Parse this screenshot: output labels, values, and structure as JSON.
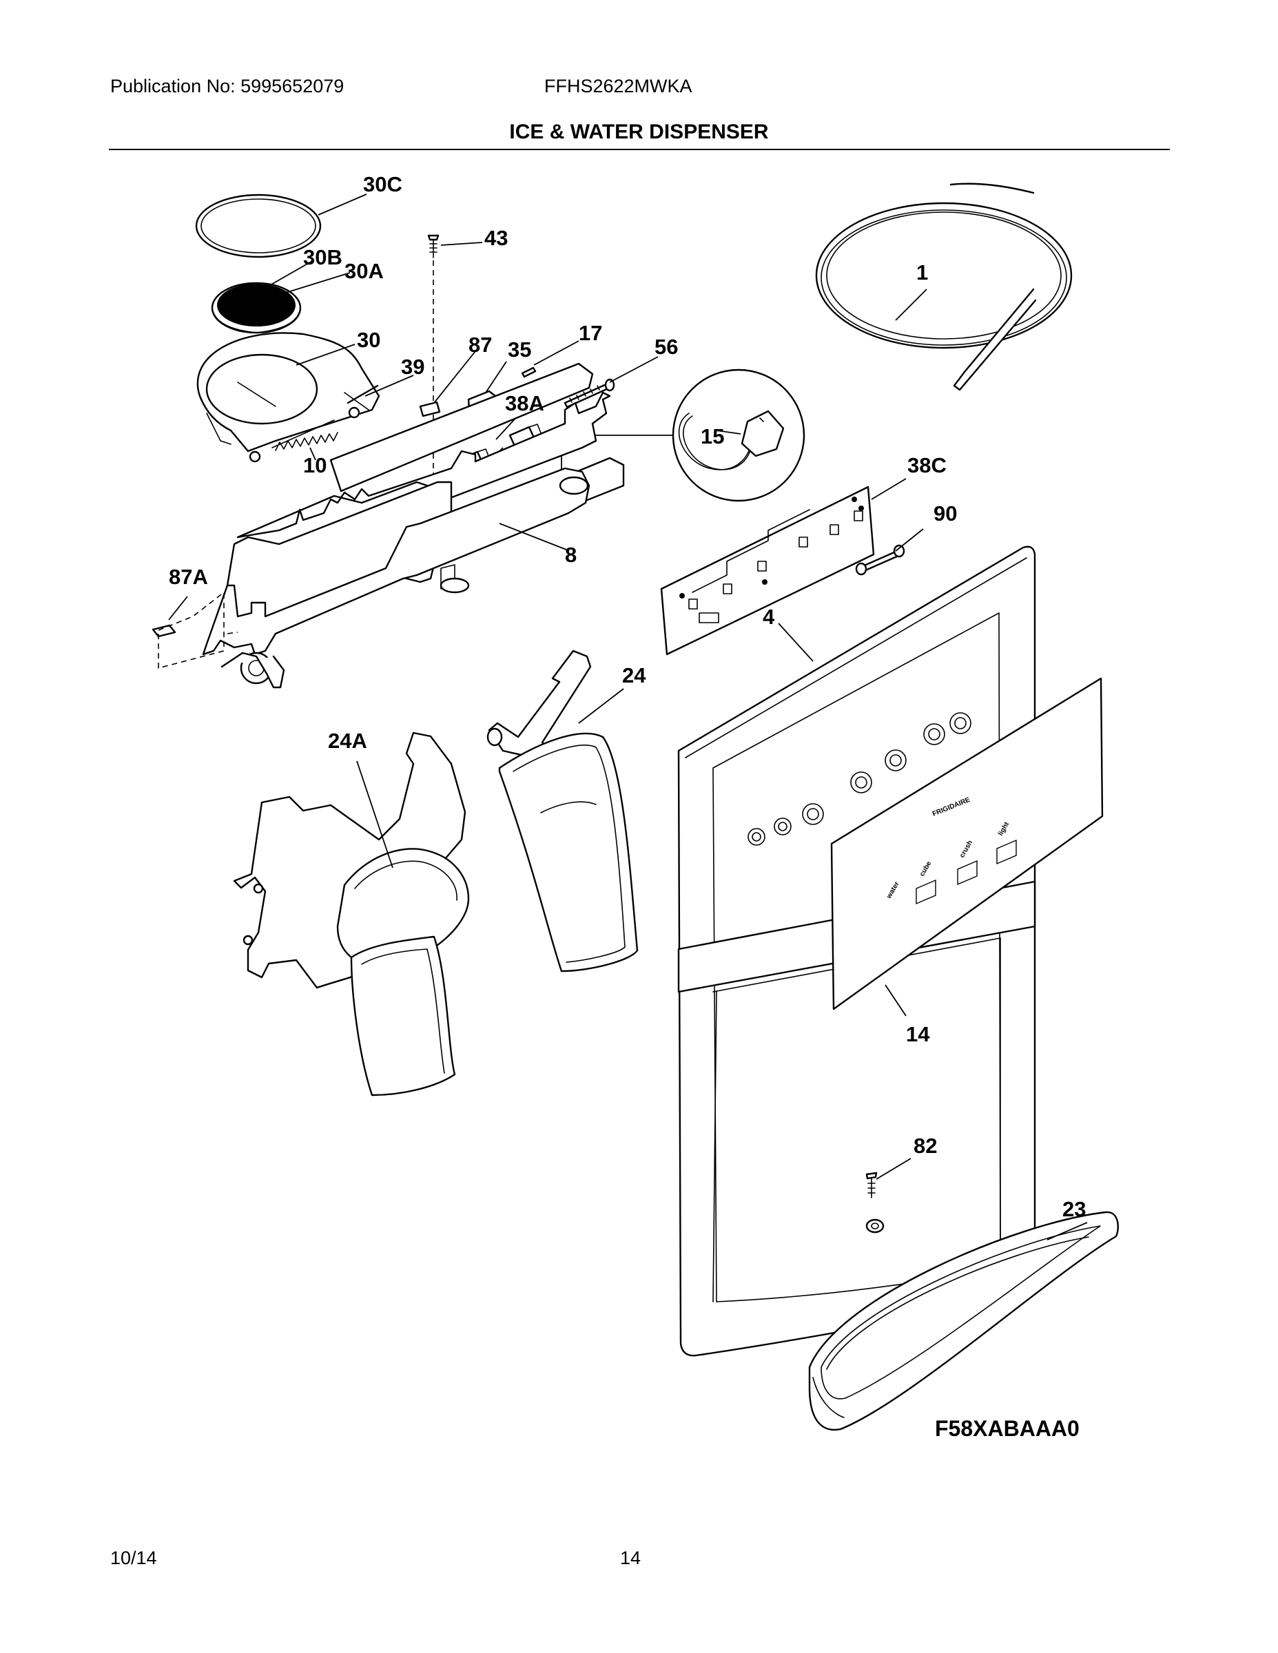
{
  "header": {
    "publication": "Publication No: 5995652079",
    "model": "FFHS2622MWKA",
    "title": "ICE & WATER DISPENSER"
  },
  "labels": {
    "l30C": "30C",
    "l43": "43",
    "l30B": "30B",
    "l30A": "30A",
    "l1": "1",
    "l30": "30",
    "l87": "87",
    "l35": "35",
    "l17": "17",
    "l56": "56",
    "l39": "39",
    "l38A": "38A",
    "l15": "15",
    "l10": "10",
    "l38C": "38C",
    "l90": "90",
    "l8": "8",
    "l87A": "87A",
    "l4": "4",
    "l24": "24",
    "l24A": "24A",
    "l14": "14",
    "l82": "82",
    "l23": "23"
  },
  "diagram_code": "F58XABAAA0",
  "panel_text": {
    "brand": "FRIGIDAIRE",
    "cube": "cube",
    "crush": "crush",
    "light": "light",
    "water": "water"
  },
  "footer": {
    "date": "10/14",
    "page": "14"
  }
}
